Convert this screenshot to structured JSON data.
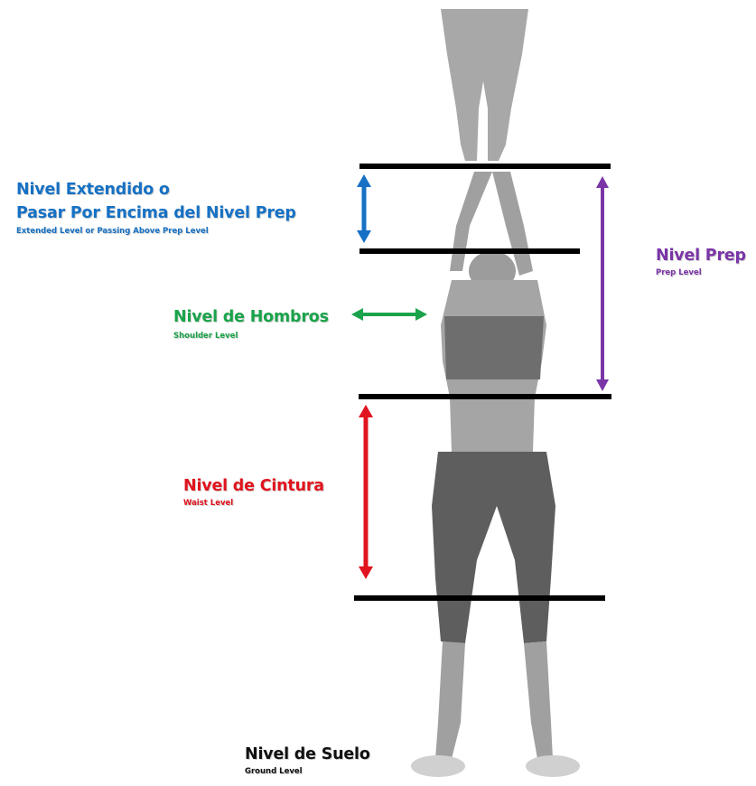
{
  "colors": {
    "extended": "#1671c4",
    "shoulder": "#1aa34a",
    "prep": "#7a35a6",
    "waist": "#e0141e",
    "ground": "#111111",
    "level_line": "#000000",
    "silhouette": "#8e8e8e"
  },
  "labels": {
    "extended": {
      "line1": "Nivel Extendido o",
      "line2": "Pasar Por Encima del Nivel Prep",
      "sub": "Extended Level or Passing Above Prep Level"
    },
    "shoulder": {
      "title": "Nivel de Hombros",
      "sub": "Shoulder Level"
    },
    "prep": {
      "title": "Nivel Prep",
      "sub": "Prep Level"
    },
    "waist": {
      "title": "Nivel de Cintura",
      "sub": "Waist Level"
    },
    "ground": {
      "title": "Nivel de Suelo",
      "sub": "Ground Level"
    }
  }
}
